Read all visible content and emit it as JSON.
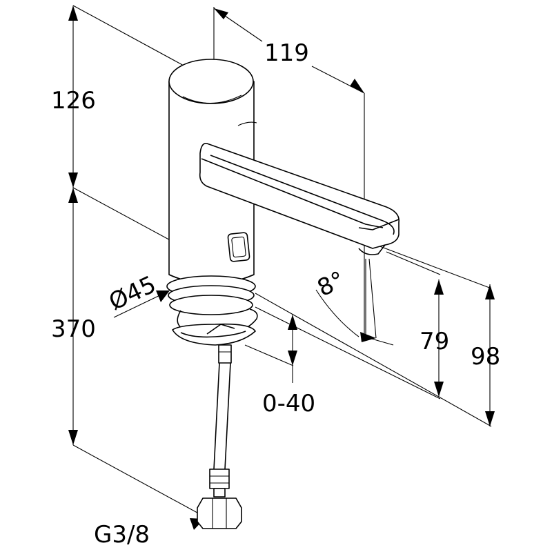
{
  "diagram": {
    "dimensions": {
      "height_upper": "126",
      "height_total": "370",
      "spout_reach": "119",
      "diameter": "Ø45",
      "spout_height": "79",
      "total_projection": "98",
      "deck_thickness": "0-40",
      "angle": "8°",
      "thread": "G3/8"
    }
  }
}
